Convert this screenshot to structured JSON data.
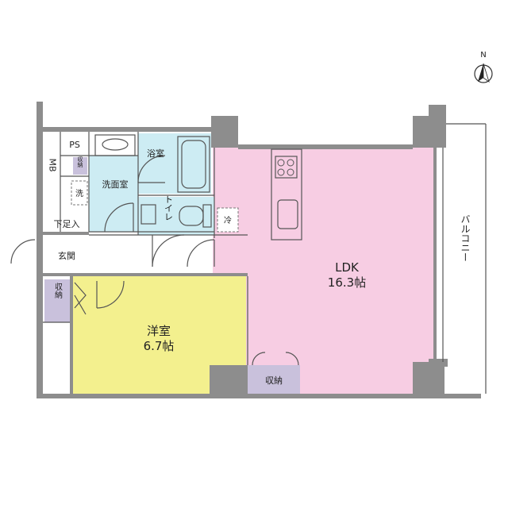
{
  "compass": {
    "north": "N"
  },
  "rooms": {
    "ldk": {
      "name": "LDK",
      "size": "16.3帖"
    },
    "western": {
      "name": "洋室",
      "size": "6.7帖"
    },
    "bath": {
      "name": "浴室"
    },
    "washroom": {
      "name": "洗面室"
    },
    "toilet": {
      "name": "トイレ"
    },
    "ps": {
      "name": "PS"
    },
    "mb": {
      "name": "MB"
    },
    "entrance": {
      "name": "玄関"
    },
    "shoe_box": {
      "name": "下足入"
    },
    "washer": {
      "name": "洗"
    },
    "fridge": {
      "name": "冷"
    },
    "closet_wash": {
      "name": "収納"
    },
    "closet_western": {
      "name": "収納"
    },
    "closet_ldk": {
      "name": "収納"
    },
    "balcony": {
      "name": "バルコニー"
    }
  },
  "colors": {
    "ldk": "#f7cde3",
    "western": "#f3f08e",
    "wet_area": "#cdecf3",
    "storage": "#c9c1dc",
    "wall": "#8d8d8d",
    "line": "#555555"
  }
}
